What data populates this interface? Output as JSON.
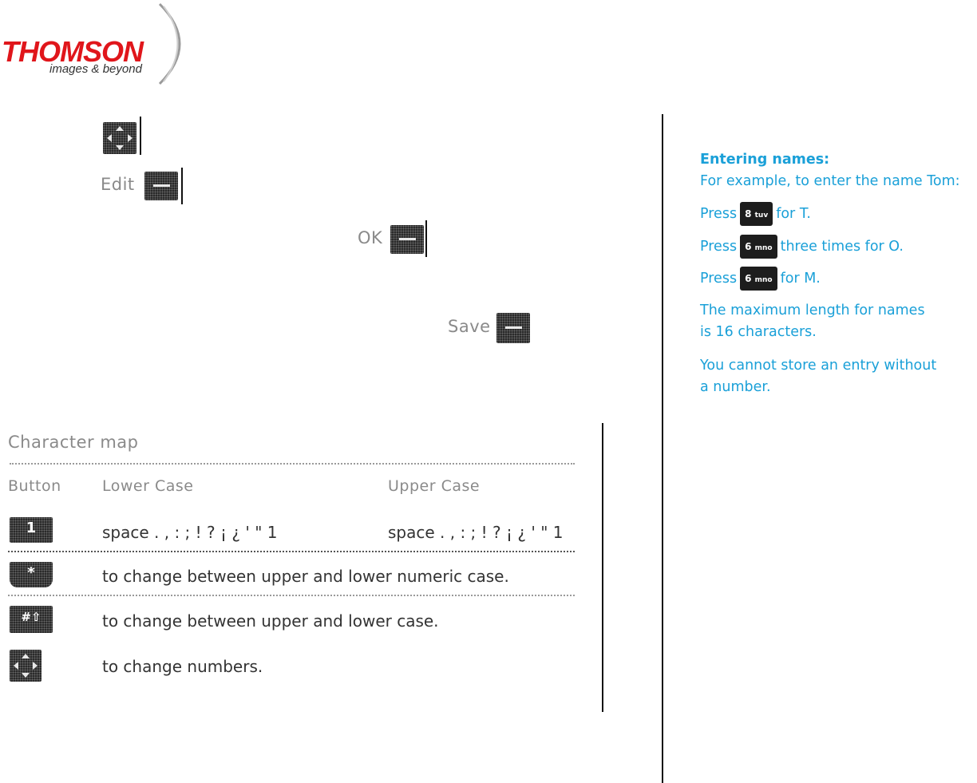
{
  "logo": {
    "brand": "THOMSON",
    "tagline": "images & beyond"
  },
  "steps": {
    "edit_label": "Edit",
    "ok_label": "OK",
    "save_label": "Save"
  },
  "character_map": {
    "title": "Character map",
    "headers": {
      "button": "Button",
      "lower": "Lower Case",
      "upper": "Upper Case"
    },
    "rows": [
      {
        "key": "1",
        "lower": "space . , : ; ! ? ¡ ¿ ' \" 1",
        "upper": "space . , : ; ! ? ¡ ¿ ' \" 1"
      },
      {
        "key": "*",
        "text": "to change between upper and lower numeric case."
      },
      {
        "key": "#⇧",
        "text": "to change between upper and lower case."
      },
      {
        "key": "nav",
        "text": "to change numbers."
      }
    ]
  },
  "side_panel": {
    "heading": "Entering names:",
    "intro": "For example, to enter the name Tom:",
    "lines": [
      {
        "prefix": "Press",
        "key_digit": "8",
        "key_letters": "tuv",
        "suffix": "for T."
      },
      {
        "prefix": "Press",
        "key_digit": "6",
        "key_letters": "mno",
        "suffix": "three times for O."
      },
      {
        "prefix": "Press",
        "key_digit": "6",
        "key_letters": "mno",
        "suffix": "for M."
      }
    ],
    "max_length_1": "The maximum length for names",
    "max_length_2": "is 16 characters.",
    "store_1": "You cannot store an entry  without",
    "store_2": "a number."
  },
  "colors": {
    "brand_red": "#e0161b",
    "info_blue": "#1aa0d8"
  }
}
